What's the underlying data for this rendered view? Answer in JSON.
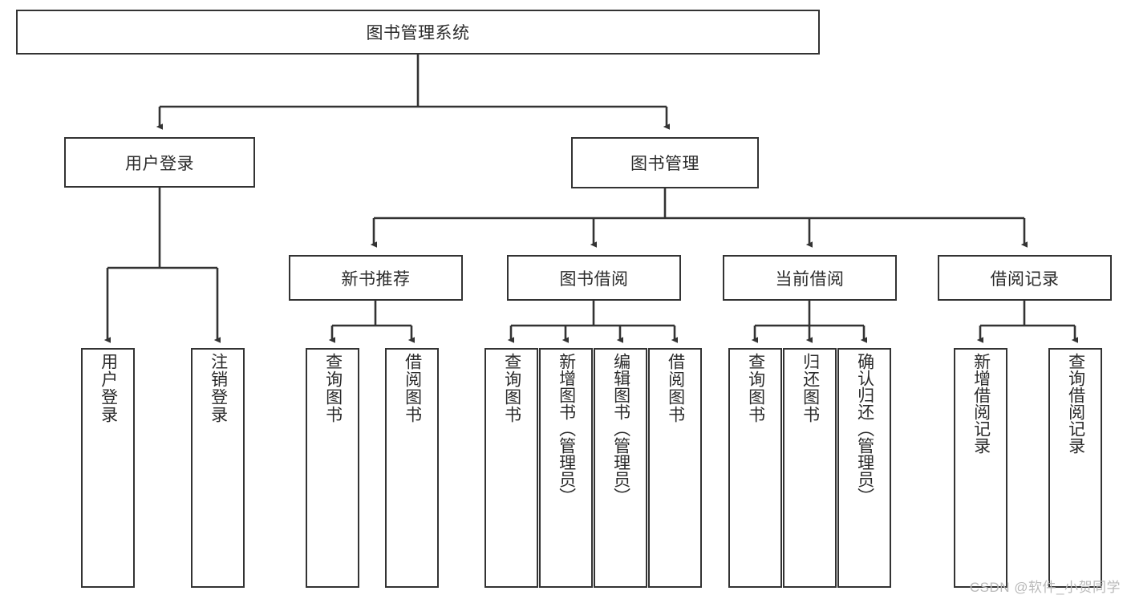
{
  "diagram": {
    "title": "图书管理系统",
    "type": "hierarchy-tree",
    "root": {
      "id": "root",
      "label": "图书管理系统"
    },
    "level1": [
      {
        "id": "user-login",
        "label": "用户登录"
      },
      {
        "id": "book-manage",
        "label": "图书管理"
      }
    ],
    "level2": [
      {
        "id": "new-book-rec",
        "label": "新书推荐",
        "parent": "book-manage"
      },
      {
        "id": "book-borrow",
        "label": "图书借阅",
        "parent": "book-manage"
      },
      {
        "id": "current-borrow",
        "label": "当前借阅",
        "parent": "book-manage"
      },
      {
        "id": "borrow-record",
        "label": "借阅记录",
        "parent": "book-manage"
      }
    ],
    "leaves": [
      {
        "id": "leaf-user-login",
        "label": "用户登录",
        "parent": "user-login"
      },
      {
        "id": "leaf-logout",
        "label": "注销登录",
        "parent": "user-login"
      },
      {
        "id": "leaf-query-book-1",
        "label": "查询图书",
        "parent": "new-book-rec"
      },
      {
        "id": "leaf-borrow-book-1",
        "label": "借阅图书",
        "parent": "new-book-rec"
      },
      {
        "id": "leaf-query-book-2",
        "label": "查询图书",
        "parent": "book-borrow"
      },
      {
        "id": "leaf-add-book",
        "label": "新增图书（管理员）",
        "parent": "book-borrow"
      },
      {
        "id": "leaf-edit-book",
        "label": "编辑图书（管理员）",
        "parent": "book-borrow"
      },
      {
        "id": "leaf-borrow-book-2",
        "label": "借阅图书",
        "parent": "book-borrow"
      },
      {
        "id": "leaf-query-book-3",
        "label": "查询图书",
        "parent": "current-borrow"
      },
      {
        "id": "leaf-return-book",
        "label": "归还图书",
        "parent": "current-borrow"
      },
      {
        "id": "leaf-confirm-return",
        "label": "确认归还（管理员）",
        "parent": "current-borrow"
      },
      {
        "id": "leaf-add-record",
        "label": "新增借阅记录",
        "parent": "borrow-record"
      },
      {
        "id": "leaf-query-record",
        "label": "查询借阅记录",
        "parent": "borrow-record"
      }
    ]
  },
  "watermark": "CSDN @软件_小贺同学",
  "colors": {
    "stroke": "#333333",
    "text": "#2b2b2b",
    "background": "#ffffff",
    "watermark": "#b9b9b9"
  }
}
